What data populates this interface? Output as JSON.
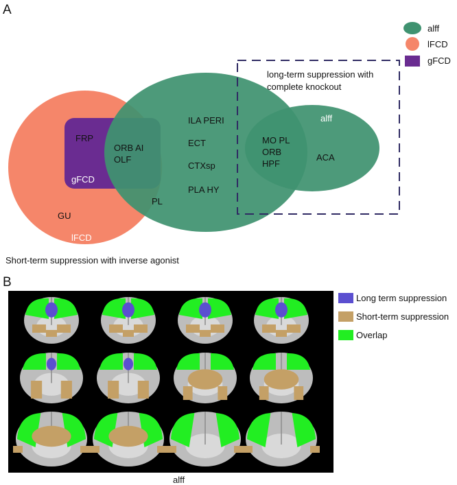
{
  "panel_a": {
    "label": "A",
    "legend": [
      {
        "key": "alff",
        "label": "alff",
        "color": "#3f9270",
        "shape": "ellipse"
      },
      {
        "key": "lfcd",
        "label": "lFCD",
        "color": "#f5866a",
        "shape": "circle"
      },
      {
        "key": "gfcd",
        "label": "gFCD",
        "color": "#6a2c91",
        "shape": "rect"
      }
    ],
    "long_term_title": [
      "long-term suppression with",
      "complete knockout"
    ],
    "short_term_caption": "Short-term suppression with inverse agonist",
    "set_labels": {
      "gfcd": "gFCD",
      "lfcd": "lFCD",
      "alff": "alff"
    },
    "regions": {
      "gfcd_only": "FRP",
      "gfcd_alff_overlap": [
        "ORB AI",
        "OLF"
      ],
      "lfcd_alff_overlap": "PL",
      "lfcd_only": "GU",
      "alff_middle": [
        "ILA  PERI",
        "ECT",
        "CTXsp",
        "PLA  HY"
      ],
      "long_term_overlap": [
        "MO PL",
        "ORB",
        "HPF"
      ],
      "long_term_only": "ACA"
    }
  },
  "panel_b": {
    "label": "B",
    "legend": [
      {
        "label": "Long term suppression",
        "color": "#5b4fd0"
      },
      {
        "label": "Short-term suppression",
        "color": "#c4a066"
      },
      {
        "label": "Overlap",
        "color": "#22ee22"
      }
    ],
    "caption": "alff",
    "colors": {
      "long": "#5b4fd0",
      "short": "#c4a066",
      "overlap": "#22ee22",
      "brain": "#bdbdbd",
      "bg": "#000000"
    }
  }
}
